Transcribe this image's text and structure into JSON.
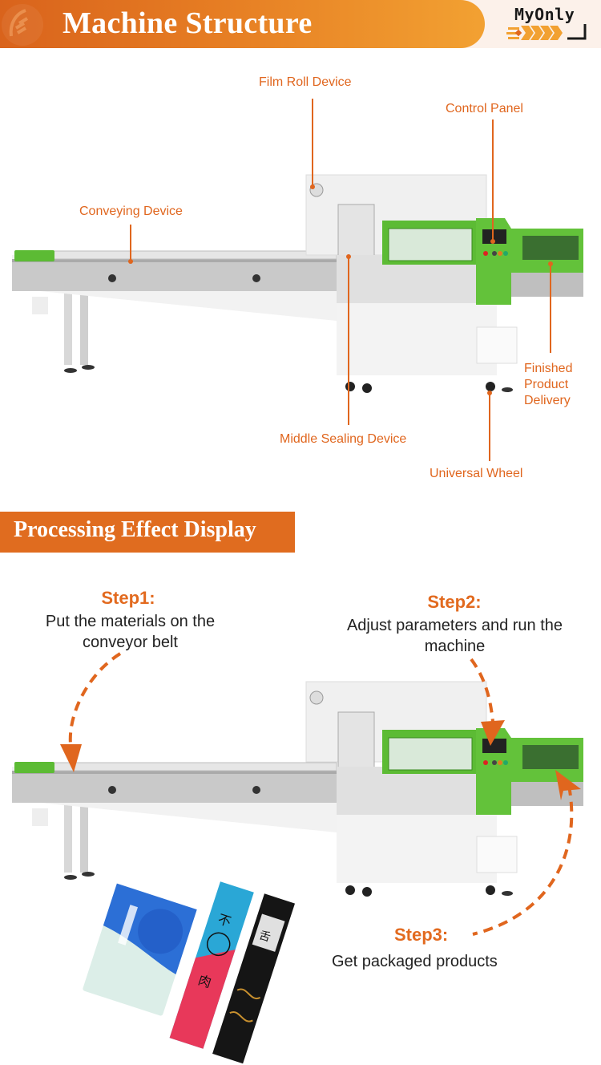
{
  "header": {
    "title": "Machine Structure",
    "logo_text": "MyOnly",
    "colors": {
      "banner_start": "#d9631c",
      "banner_end": "#f2a132",
      "accent": "#e0661e"
    }
  },
  "structure": {
    "callouts": {
      "film_roll": "Film Roll Device",
      "control_panel": "Control Panel",
      "conveying": "Conveying Device",
      "finished_product": "Finished Product Delivery",
      "middle_sealing": "Middle Sealing Device",
      "universal_wheel": "Universal Wheel"
    }
  },
  "processing": {
    "title": "Processing Effect Display",
    "steps": [
      {
        "title": "Step1:",
        "description": "Put the materials on the conveyor belt"
      },
      {
        "title": "Step2:",
        "description": "Adjust parameters and run the machine"
      },
      {
        "title": "Step3:",
        "description": "Get packaged products"
      }
    ],
    "products": [
      {
        "name": "wet-wipes-pack",
        "colors": [
          "#2c6fd6",
          "#dceee8"
        ]
      },
      {
        "name": "snack-stick-pack",
        "colors": [
          "#2aa7d6",
          "#e8385a"
        ]
      },
      {
        "name": "chopsticks-pack",
        "colors": [
          "#111111",
          "#c8902e"
        ]
      }
    ]
  }
}
